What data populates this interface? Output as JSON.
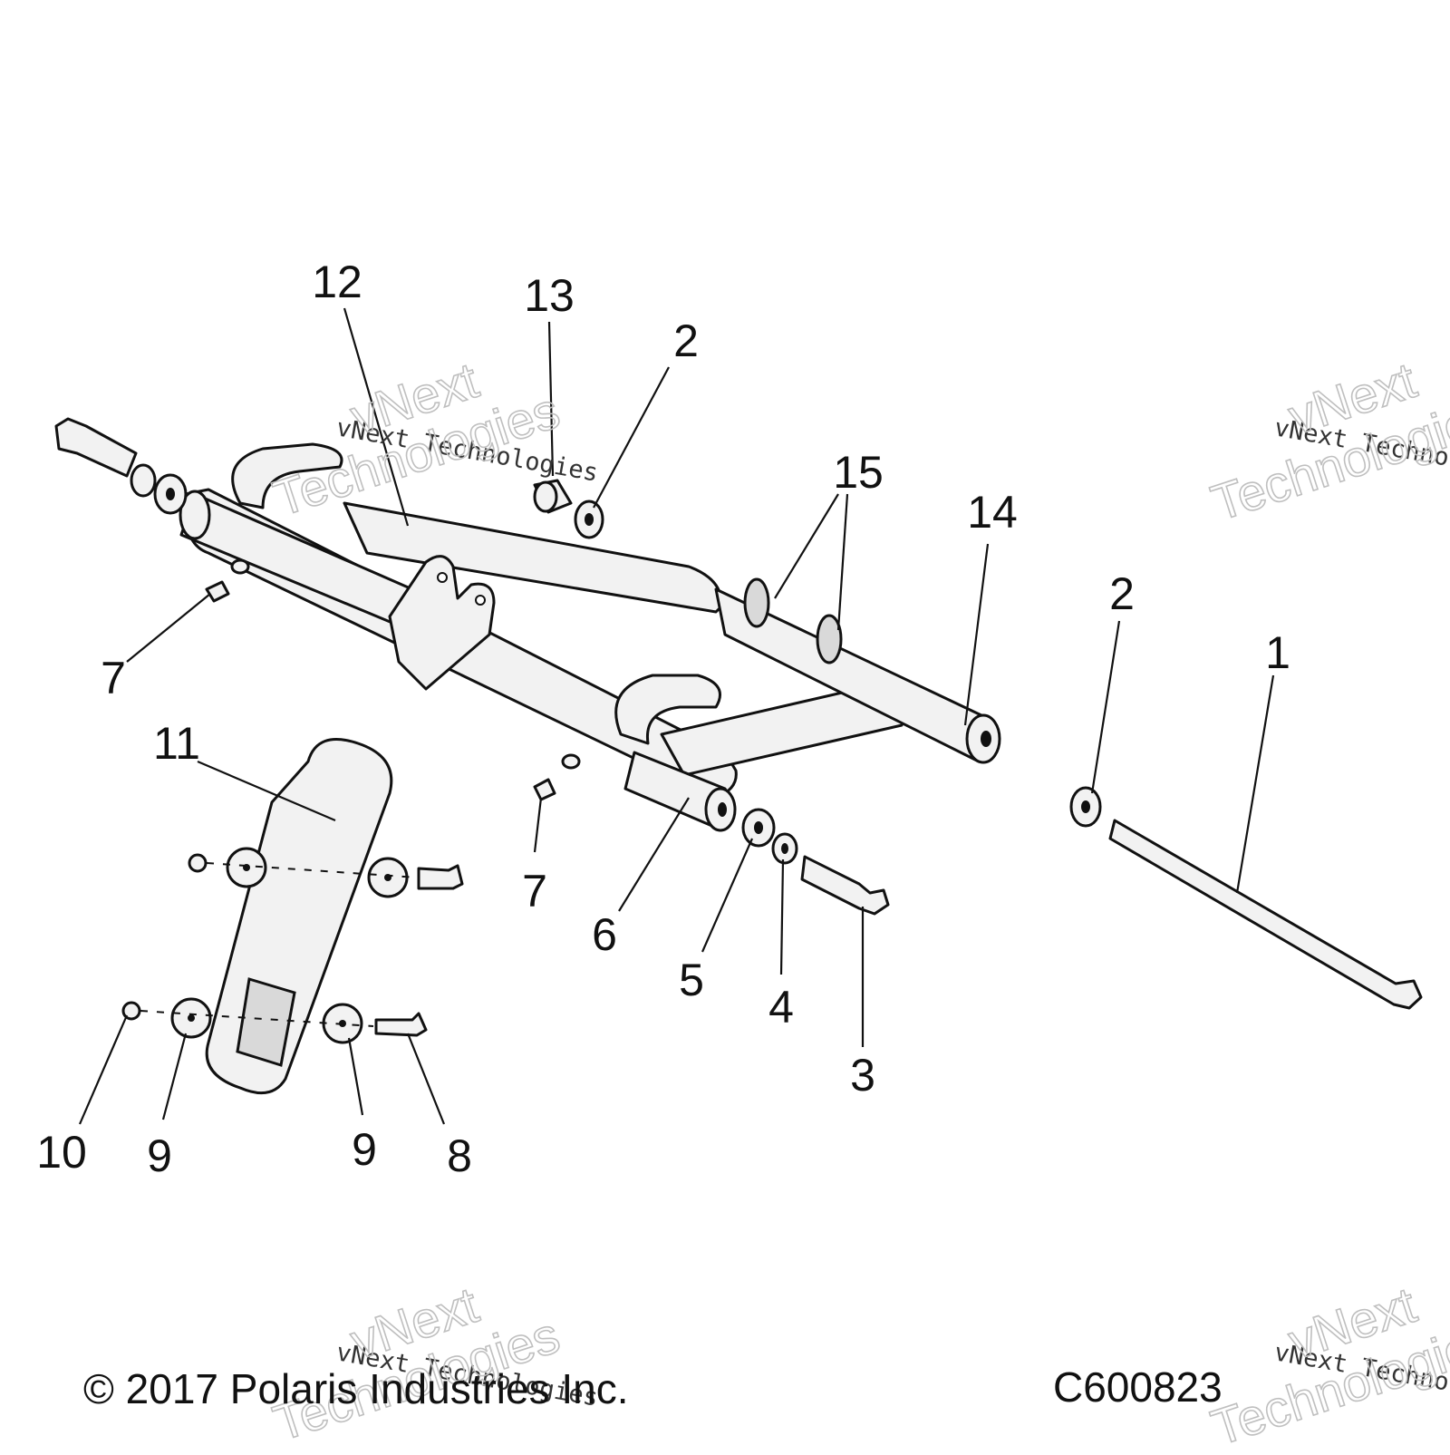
{
  "diagram": {
    "callouts": [
      "12",
      "13",
      "2",
      "15",
      "14",
      "2",
      "1",
      "7",
      "11",
      "7",
      "6",
      "5",
      "4",
      "3",
      "10",
      "9",
      "9",
      "8"
    ],
    "footer": {
      "copyright": "© 2017 Polaris Industries Inc.",
      "figure_code": "C600823"
    },
    "watermark": {
      "line_small": "vNext Technologies",
      "line_big_1": "vNext",
      "line_big_2": "Technologies"
    }
  }
}
